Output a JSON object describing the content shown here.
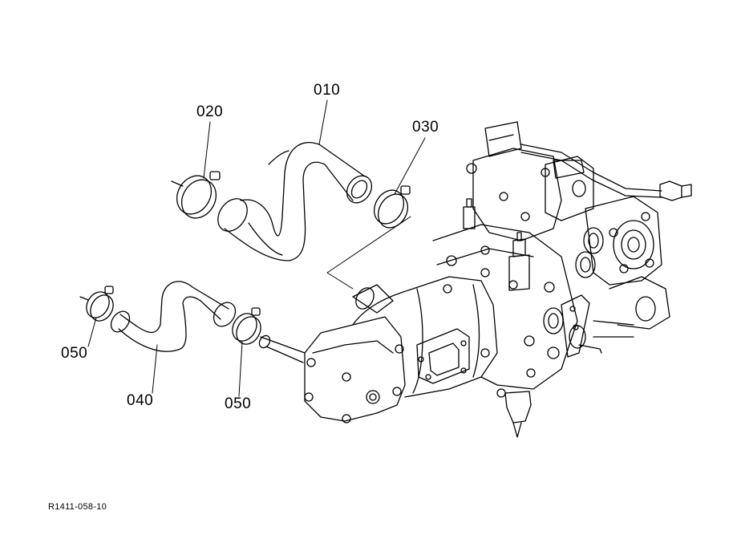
{
  "diagram": {
    "parts": [
      {
        "key": "p010",
        "label": "010"
      },
      {
        "key": "p020",
        "label": "020"
      },
      {
        "key": "p030",
        "label": "030"
      },
      {
        "key": "p040",
        "label": "040"
      },
      {
        "key": "p050a",
        "label": "050"
      },
      {
        "key": "p050b",
        "label": "050"
      }
    ],
    "reference_code": "R1411-058-10"
  }
}
